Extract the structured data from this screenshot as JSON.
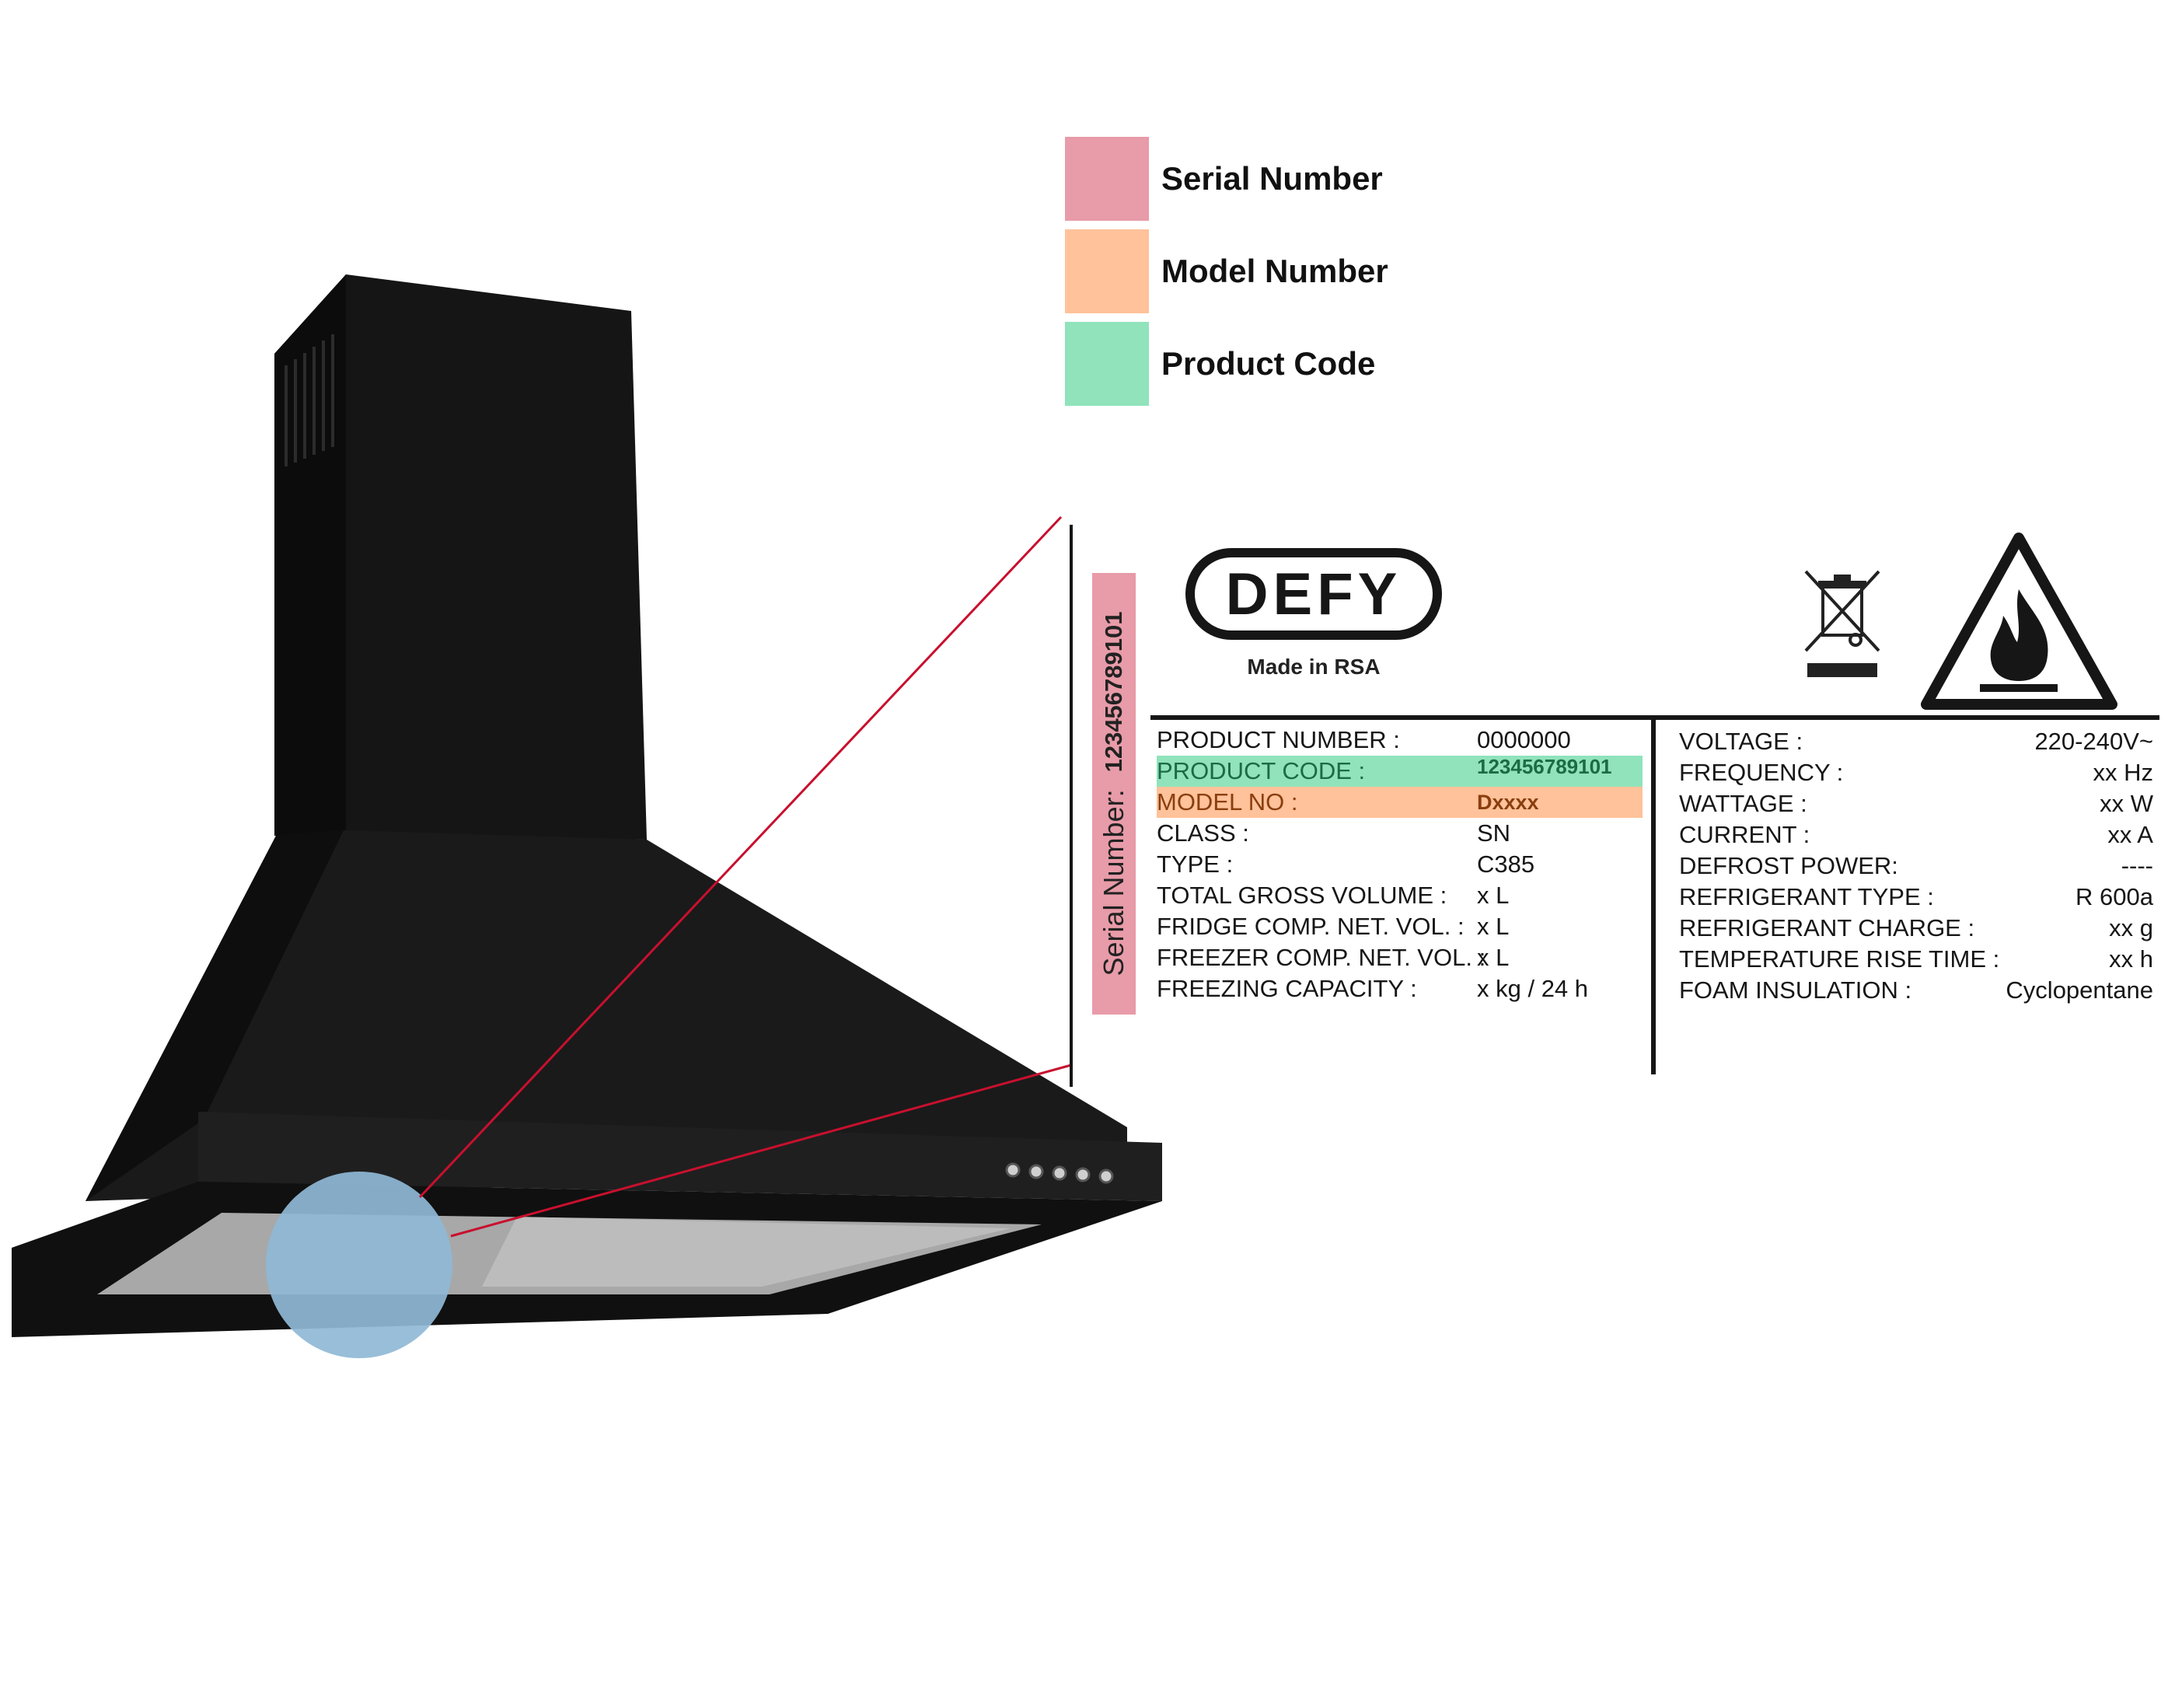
{
  "legend": {
    "items": [
      {
        "label": "Serial Number",
        "color": "#e89ba8"
      },
      {
        "label": "Model Number",
        "color": "#ffc29a"
      },
      {
        "label": "Product Code",
        "color": "#90e3bb"
      }
    ]
  },
  "serial_strip": {
    "prefix": "Serial Number:",
    "value": "123456789101",
    "color": "#e89ba8"
  },
  "label": {
    "brand": "DEFY",
    "made_in": "Made in RSA",
    "icons": [
      "weee-crossed-bin-icon",
      "flammable-warning-icon"
    ],
    "left_specs": [
      {
        "key": "PRODUCT NUMBER :",
        "value": "0000000"
      },
      {
        "key": "PRODUCT CODE :",
        "value": "123456789101",
        "highlight": "#90e3bb"
      },
      {
        "key": "MODEL NO :",
        "value": "Dxxxx",
        "highlight": "#ffc29a"
      },
      {
        "key": "CLASS :",
        "value": "SN"
      },
      {
        "key": "TYPE :",
        "value": "C385"
      },
      {
        "key": "TOTAL GROSS VOLUME :",
        "value": "x L"
      },
      {
        "key": "FRIDGE COMP. NET. VOL. :",
        "value": "x L"
      },
      {
        "key": "FREEZER COMP. NET. VOL. :",
        "value": "x L"
      },
      {
        "key": "FREEZING CAPACITY :",
        "value": "x kg / 24 h"
      }
    ],
    "right_specs": [
      {
        "key": "VOLTAGE :",
        "value": "220-240V~"
      },
      {
        "key": "FREQUENCY :",
        "value": "xx Hz"
      },
      {
        "key": "WATTAGE :",
        "value": "xx W"
      },
      {
        "key": "CURRENT :",
        "value": "xx A"
      },
      {
        "key": "DEFROST POWER:",
        "value": "----"
      },
      {
        "key": "REFRIGERANT TYPE :",
        "value": "R 600a"
      },
      {
        "key": "REFRIGERANT CHARGE :",
        "value": "xx g"
      },
      {
        "key": "TEMPERATURE RISE TIME :",
        "value": "xx h"
      },
      {
        "key": "FOAM INSULATION :",
        "value": "Cyclopentane"
      }
    ]
  },
  "illustration": {
    "subject": "cooker-hood-image",
    "hood_color": "#161616",
    "highlight_circle_color": "#8fb8d6",
    "pointer_line_color": "#c8102e"
  }
}
